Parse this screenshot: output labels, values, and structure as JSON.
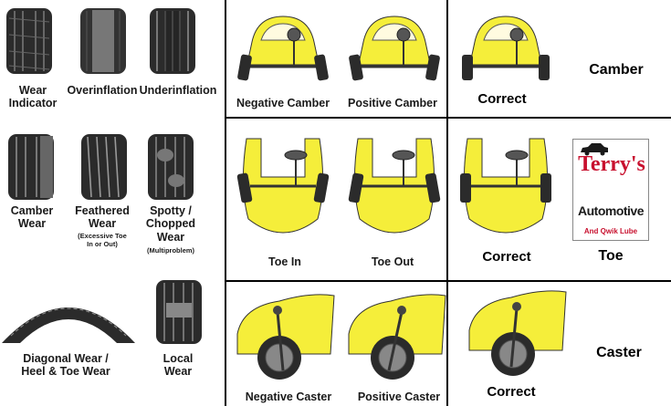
{
  "tire_wear": {
    "wear_indicator": "Wear\nIndicator",
    "overinflation": "Overinflation",
    "underinflation": "Underinflation",
    "camber_wear": "Camber\nWear",
    "feathered_wear": "Feathered\nWear",
    "feathered_note": "(Excessive Toe\nIn or Out)",
    "spotty_wear": "Spotty /\nChopped\nWear",
    "spotty_note": "(Multiproblem)",
    "diagonal_wear": "Diagonal Wear /\nHeel & Toe Wear",
    "local_wear": "Local\nWear"
  },
  "camber": {
    "negative": "Negative Camber",
    "positive": "Positive Camber",
    "correct": "Correct",
    "title": "Camber"
  },
  "toe": {
    "toe_in": "Toe In",
    "toe_out": "Toe Out",
    "correct": "Correct",
    "title": "Toe"
  },
  "caster": {
    "negative": "Negative Caster",
    "positive": "Positive Caster",
    "correct": "Correct",
    "title": "Caster"
  },
  "logo": {
    "word1": "Terry's",
    "word2": "Automotive",
    "sub": "And Qwik Lube"
  },
  "colors": {
    "car_yellow": "#f5ee3a",
    "tire_dark": "#2b2b2b",
    "logo_red": "#c8102e"
  }
}
